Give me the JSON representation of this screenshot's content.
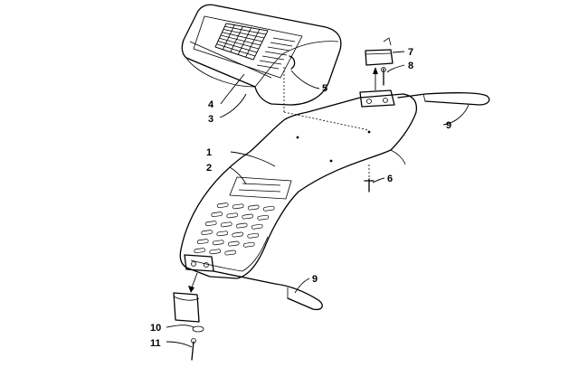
{
  "callouts": [
    {
      "id": "1",
      "text": "1"
    },
    {
      "id": "2",
      "text": "2"
    },
    {
      "id": "3",
      "text": "3"
    },
    {
      "id": "4",
      "text": "4"
    },
    {
      "id": "5",
      "text": "5"
    },
    {
      "id": "6",
      "text": "6"
    },
    {
      "id": "7",
      "text": "7"
    },
    {
      "id": "8",
      "text": "8"
    },
    {
      "id": "9a",
      "text": "9"
    },
    {
      "id": "9b",
      "text": "9"
    },
    {
      "id": "10",
      "text": "10"
    },
    {
      "id": "11",
      "text": "11"
    }
  ],
  "colors": {
    "line": "#000000",
    "background": "#ffffff"
  }
}
